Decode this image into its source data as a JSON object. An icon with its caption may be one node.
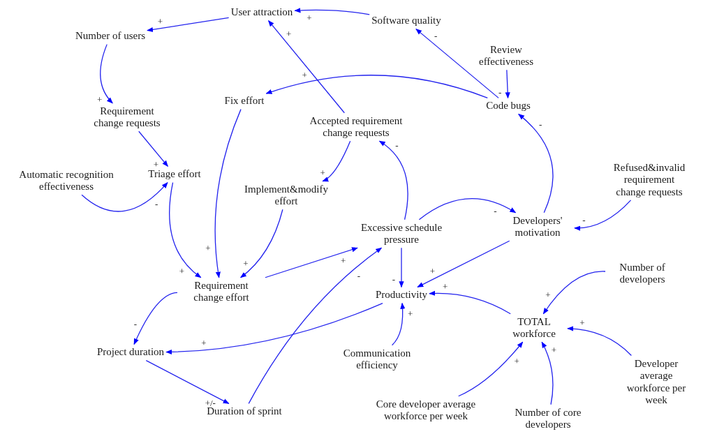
{
  "diagram": {
    "nodes": [
      {
        "text": [
          "User attraction"
        ]
      },
      {
        "text": [
          "Software quality"
        ]
      },
      {
        "text": [
          "Number of users"
        ]
      },
      {
        "text": [
          "Review effectiveness"
        ]
      },
      {
        "text": [
          "Fix effort"
        ]
      },
      {
        "text": [
          "Code bugs"
        ]
      },
      {
        "text": [
          "Requirement change requests"
        ]
      },
      {
        "text": [
          "Accepted requirement change requests"
        ]
      },
      {
        "text": [
          "Automatic recognition effectiveness"
        ]
      },
      {
        "text": [
          "Triage effort"
        ]
      },
      {
        "text": [
          "Implement&modify effort"
        ]
      },
      {
        "text": [
          "Refused&invalid requirement change requests"
        ]
      },
      {
        "text": [
          "Excessive schedule pressure"
        ]
      },
      {
        "text": [
          "Developers' motivation"
        ]
      },
      {
        "text": [
          "Requirement change effort"
        ]
      },
      {
        "text": [
          "Productivity"
        ]
      },
      {
        "text": [
          "Number of developers"
        ]
      },
      {
        "text": [
          "TOTAL workforce"
        ]
      },
      {
        "text": [
          "Project duration"
        ]
      },
      {
        "text": [
          "Communication efficiency"
        ]
      },
      {
        "text": [
          "Developer average workforce per week"
        ]
      },
      {
        "text": [
          "Duration of sprint"
        ]
      },
      {
        "text": [
          "Core developer average workforce per week"
        ]
      },
      {
        "text": [
          "Number of core developers"
        ]
      }
    ],
    "edges": [
      {
        "from": 1,
        "to": 0,
        "arrow": "to",
        "label": "+"
      },
      {
        "from": 0,
        "to": 2,
        "arrow": "to",
        "label": "+"
      },
      {
        "from": 7,
        "to": 0,
        "arrow": "to",
        "label": "+"
      },
      {
        "from": 5,
        "to": 1,
        "arrow": "to",
        "label": "-"
      },
      {
        "from": 3,
        "to": 5,
        "arrow": "to",
        "label": "-"
      },
      {
        "from": 5,
        "to": 4,
        "arrow": "to",
        "label": "+"
      },
      {
        "from": 2,
        "to": 6,
        "arrow": "to",
        "label": "+"
      },
      {
        "from": 6,
        "to": 9,
        "arrow": "to",
        "label": "+"
      },
      {
        "from": 8,
        "to": 9,
        "arrow": "to",
        "label": "-"
      },
      {
        "from": 9,
        "to": 14,
        "arrow": "to",
        "label": "+"
      },
      {
        "from": 4,
        "to": 14,
        "arrow": "to",
        "label": "+"
      },
      {
        "from": 10,
        "to": 14,
        "arrow": "to",
        "label": "+"
      },
      {
        "from": 7,
        "to": 10,
        "arrow": "to",
        "label": "+"
      },
      {
        "from": 12,
        "to": 7,
        "arrow": "to",
        "label": "-"
      },
      {
        "from": 12,
        "to": 13,
        "arrow": "to",
        "label": "-"
      },
      {
        "from": 13,
        "to": 5,
        "arrow": "to",
        "label": "-"
      },
      {
        "from": 11,
        "to": 13,
        "arrow": "to",
        "label": "-"
      },
      {
        "from": 14,
        "to": 12,
        "arrow": "to",
        "label": "+"
      },
      {
        "from": 21,
        "to": 12,
        "arrow": "to",
        "label": "-"
      },
      {
        "from": 12,
        "to": 15,
        "arrow": "to",
        "label": "-"
      },
      {
        "from": 13,
        "to": 15,
        "arrow": "to",
        "label": "+"
      },
      {
        "from": 17,
        "to": 15,
        "arrow": "to",
        "label": "+"
      },
      {
        "from": 19,
        "to": 15,
        "arrow": "to",
        "label": "+"
      },
      {
        "from": 15,
        "to": 18,
        "arrow": "to",
        "label": "+"
      },
      {
        "from": 14,
        "to": 18,
        "arrow": "to",
        "label": "-"
      },
      {
        "from": 18,
        "to": 21,
        "arrow": "to",
        "label": "+/-"
      },
      {
        "from": 16,
        "to": 17,
        "arrow": "to",
        "label": "+"
      },
      {
        "from": 22,
        "to": 17,
        "arrow": "to",
        "label": "+"
      },
      {
        "from": 23,
        "to": 17,
        "arrow": "to",
        "label": "+"
      },
      {
        "from": 20,
        "to": 17,
        "arrow": "to",
        "label": "+"
      }
    ]
  }
}
